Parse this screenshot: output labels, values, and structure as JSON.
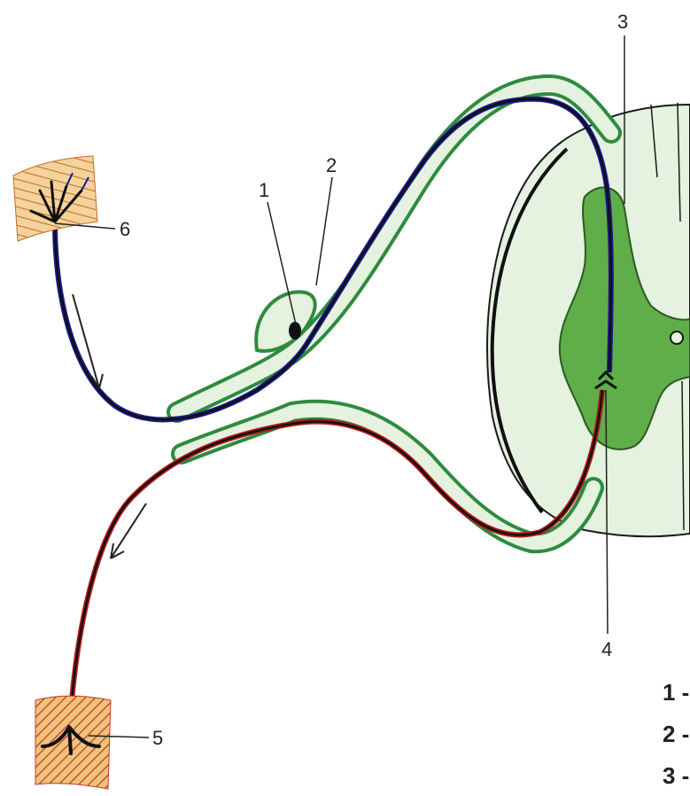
{
  "diagram": {
    "type": "reflex arc",
    "callouts": [
      {
        "id": "1",
        "text": "1"
      },
      {
        "id": "2",
        "text": "2"
      },
      {
        "id": "3",
        "text": "3"
      },
      {
        "id": "4",
        "text": "4"
      },
      {
        "id": "5",
        "text": "5"
      },
      {
        "id": "6",
        "text": "6"
      }
    ],
    "legend": [
      {
        "text": "1 -"
      },
      {
        "text": "2 -"
      },
      {
        "text": "3 -"
      }
    ],
    "colors": {
      "sensory_fiber": "#1a1a8c",
      "motor_fiber": "#b01818",
      "fiber_core": "#101010",
      "nerve_sheath": "#2e8b3e",
      "white_matter": "#e4f2df",
      "grey_matter": "#5fae4a",
      "tissue": "#e9b86a",
      "tissue_stripe": "#c0392b"
    }
  }
}
